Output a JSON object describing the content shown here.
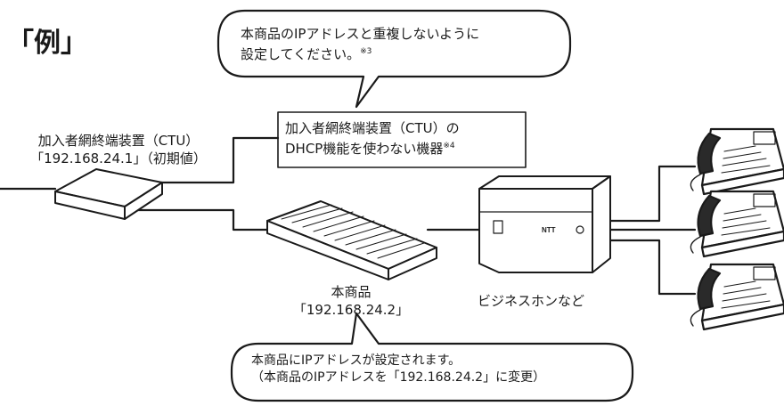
{
  "title": "「例」",
  "bubble_top": {
    "line1": "本商品のIPアドレスと重複しないように",
    "line2": "設定してください。",
    "note": "※3"
  },
  "device_box": {
    "line1": "加入者網終端装置（CTU）の",
    "line2": "DHCP機能を使わない機器",
    "note": "※4"
  },
  "ctu": {
    "name": "加入者網終端装置（CTU）",
    "ip": "「192.168.24.1」（初期値）"
  },
  "product": {
    "name": "本商品",
    "ip": "「192.168.24.2」"
  },
  "phone_system": {
    "name": "ビジネスホンなど",
    "brand": "NTT"
  },
  "bubble_bottom": {
    "line1": "本商品にIPアドレスが設定されます。",
    "line2": "（本商品のIPアドレスを「192.168.24.2」に変更）"
  },
  "phones": [
    "phone",
    "phone",
    "phone"
  ]
}
